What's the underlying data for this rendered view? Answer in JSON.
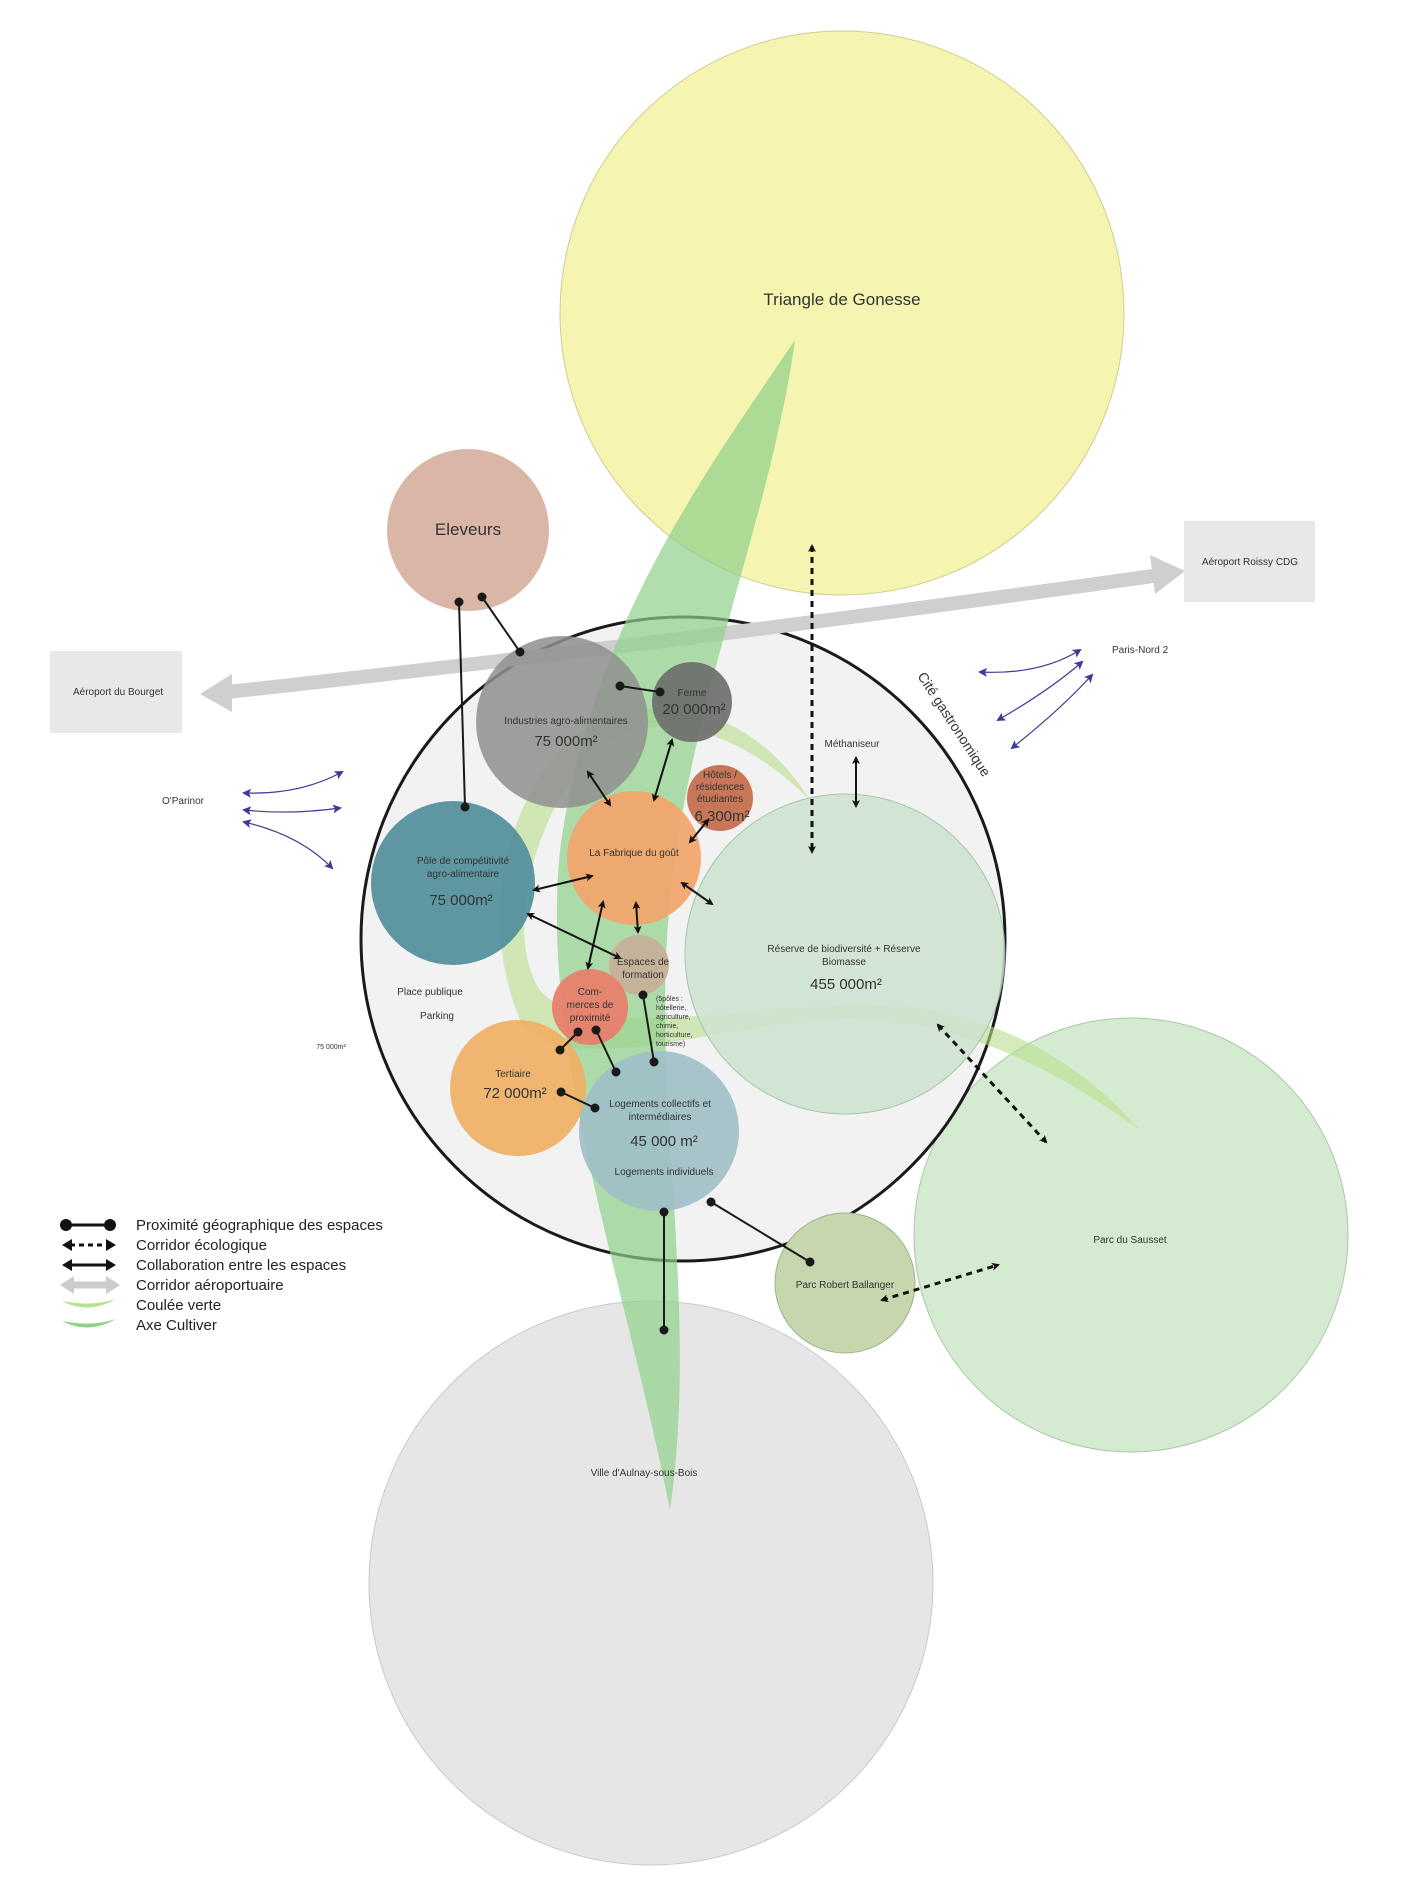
{
  "colors": {
    "gonesse": "#f4f3a8",
    "eleveurs": "#d8b2a2",
    "industries": "#8f8f8f",
    "ferme": "#6b6b6b",
    "hotels": "#c4704e",
    "fabrique": "#f2a56a",
    "pole": "#55909d",
    "espaces": "#c6b09a",
    "commerces": "#e8806c",
    "tertiaire": "#f0ae62",
    "logements": "#9fbfc6",
    "reserve": "#cde3cf",
    "sausset": "#d5ebd1",
    "ballanger": "#c6d6ad",
    "aulnay": "#e6e6e6",
    "cite": "#f2f2f2",
    "corridor": "#cfcfcf",
    "green": "#8fd08a",
    "coulee": "#b9e08c",
    "flux": "#3a3a99"
  },
  "labels": {
    "gonesse": "Triangle de Gonesse",
    "eleveurs": "Eleveurs",
    "industries": "Industries agro-alimentaires",
    "industries_area": "75 000m²",
    "ferme": "Ferme",
    "ferme_area": "20 000m²",
    "hotels_1": "Hôtels /",
    "hotels_2": "résidences",
    "hotels_3": "étudiantes",
    "hotels_area": "6 300m²",
    "fabrique": "La Fabrique du goût",
    "pole_1": "Pôle de compétitivité",
    "pole_2": "agro-alimentaire",
    "pole_area": "75 000m²",
    "espaces_1": "Espaces de",
    "espaces_2": "formation",
    "poles_1": "(5pôles :",
    "poles_2": "hôtellerie,",
    "poles_3": "agriculture,",
    "poles_4": "chimie,",
    "poles_5": "horticulture,",
    "poles_6": "tourisme)",
    "commerces_1": "Com-",
    "commerces_2": "merces de",
    "commerces_3": "proximité",
    "tertiaire": "Tertiaire",
    "tertiaire_area": "72 000m²",
    "logements_1": "Logements collectifs et",
    "logements_2": "intermédiaires",
    "logements_area": "45 000 m²",
    "logements_ind": "Logements individuels",
    "reserve_1": "Réserve de biodiversité + Réserve",
    "reserve_2": "Biomasse",
    "reserve_area": "455 000m²",
    "methaniseur": "Méthaniseur",
    "place": "Place publique",
    "parking": "Parking",
    "left_area": "75 000m²",
    "cite": "Cité gastronomique",
    "sausset": "Parc du Sausset",
    "ballanger": "Parc Robert Ballanger",
    "aulnay": "Ville d'Aulnay-sous-Bois",
    "bourget": "Aéroport du Bourget",
    "roissy": "Aéroport Roissy CDG",
    "paris_nord": "Paris-Nord 2",
    "parinor": "O'Parinor"
  },
  "legend": [
    {
      "symbol": "proximity",
      "label": "Proximité géographique des espaces"
    },
    {
      "symbol": "ecological",
      "label": "Corridor écologique"
    },
    {
      "symbol": "collaboration",
      "label": "Collaboration entre les espaces"
    },
    {
      "symbol": "airport",
      "label": "Corridor aéroportuaire"
    },
    {
      "symbol": "coulee",
      "label": "Coulée verte"
    },
    {
      "symbol": "axe",
      "label": "Axe Cultiver"
    }
  ]
}
